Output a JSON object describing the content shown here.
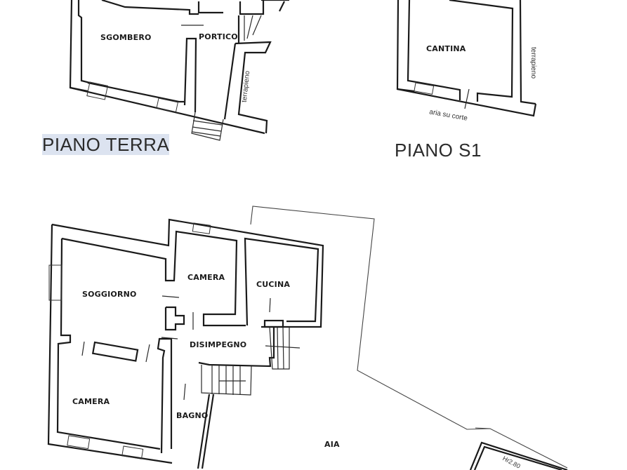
{
  "floor_plans": {
    "piano_terra": {
      "title": "PIANO TERRA",
      "rooms": [
        {
          "name": "SGOMBERO"
        },
        {
          "name": "PORTICO"
        }
      ],
      "notes": [
        "terrapieno"
      ]
    },
    "piano_s1": {
      "title": "PIANO S1",
      "rooms": [
        {
          "name": "CANTINA"
        }
      ],
      "notes": [
        "terrapieno",
        "aria su corte"
      ]
    },
    "piano_primo": {
      "rooms": [
        {
          "name": "SOGGIORNO"
        },
        {
          "name": "CAMERA"
        },
        {
          "name": "CUCINA"
        },
        {
          "name": "DISIMPEGNO"
        },
        {
          "name": "CAMERA"
        },
        {
          "name": "BAGNO"
        },
        {
          "name": "AIA"
        }
      ],
      "notes": [
        "Hr2.80"
      ]
    }
  },
  "colors": {
    "wall": "#1a1a1a",
    "background": "#ffffff",
    "title_text": "#2b2b2b",
    "selection_highlight": "#dce3f0"
  }
}
